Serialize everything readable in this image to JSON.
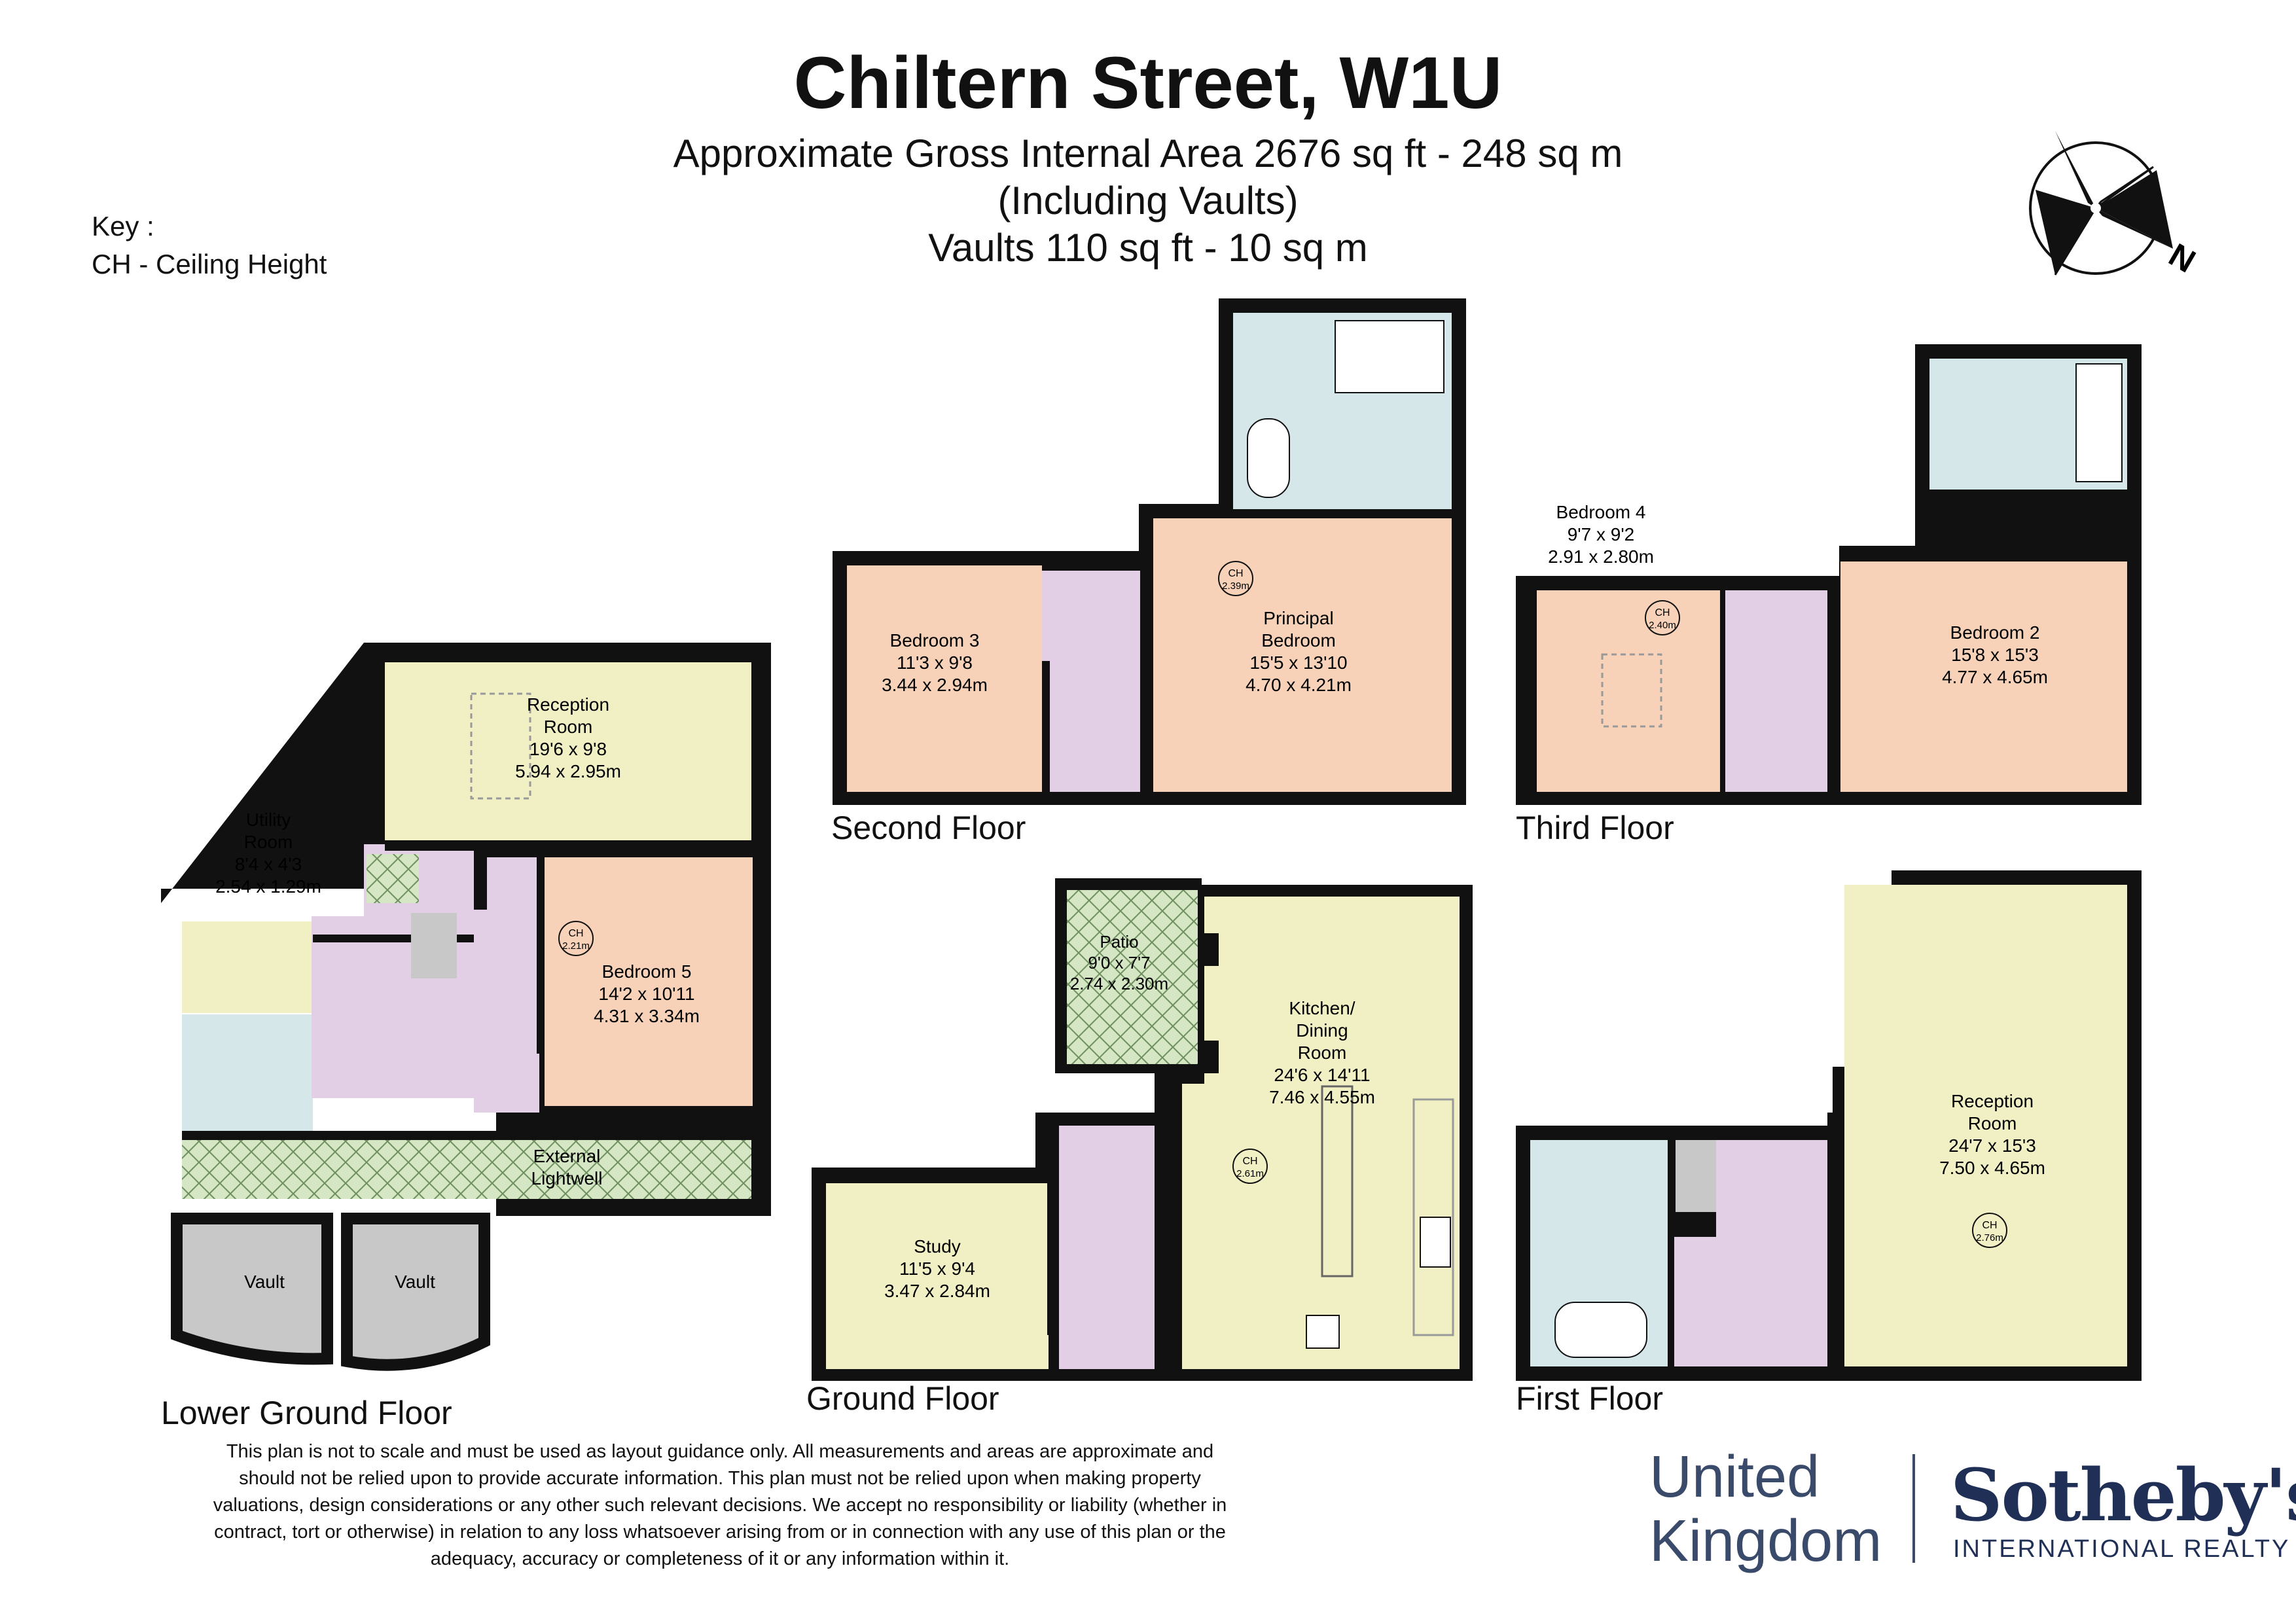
{
  "header": {
    "title": "Chiltern Street, W1U",
    "area_line": "Approximate Gross Internal Area 2676 sq ft - 248 sq m",
    "including": "(Including Vaults)",
    "vaults_line": "Vaults 110 sq ft - 10 sq m"
  },
  "key": {
    "heading": "Key :",
    "entry": "CH - Ceiling Height"
  },
  "compass": {
    "label": "N"
  },
  "floors": {
    "lower_ground": "Lower Ground Floor",
    "ground": "Ground Floor",
    "first": "First Floor",
    "second": "Second Floor",
    "third": "Third Floor"
  },
  "rooms": {
    "lg_reception": {
      "name1": "Reception",
      "name2": "Room",
      "imperial": "19'6 x 9'8",
      "metric": "5.94 x 2.95m"
    },
    "lg_utility": {
      "name1": "Utility",
      "name2": "Room",
      "imperial": "8'4 x 4'3",
      "metric": "2.54 x 1.29m"
    },
    "lg_bedroom5": {
      "name": "Bedroom 5",
      "imperial": "14'2 x 10'11",
      "metric": "4.31 x 3.34m",
      "ch": "2.21m"
    },
    "lg_lightwell": {
      "name1": "External",
      "name2": "Lightwell"
    },
    "lg_vault1": {
      "name": "Vault"
    },
    "lg_vault2": {
      "name": "Vault"
    },
    "g_patio": {
      "name": "Patio",
      "imperial": "9'0 x 7'7",
      "metric": "2.74 x 2.30m"
    },
    "g_kitchen": {
      "name1": "Kitchen/",
      "name2": "Dining",
      "name3": "Room",
      "imperial": "24'6 x 14'11",
      "metric": "7.46 x 4.55m",
      "ch": "2.61m"
    },
    "g_study": {
      "name": "Study",
      "imperial": "11'5 x 9'4",
      "metric": "3.47 x 2.84m"
    },
    "s_bedroom3": {
      "name": "Bedroom 3",
      "imperial": "11'3 x 9'8",
      "metric": "3.44 x 2.94m"
    },
    "s_principal": {
      "name1": "Principal",
      "name2": "Bedroom",
      "imperial": "15'5 x 13'10",
      "metric": "4.70 x 4.21m",
      "ch": "2.39m"
    },
    "t_bedroom4": {
      "name": "Bedroom 4",
      "imperial": "9'7 x 9'2",
      "metric": "2.91 x 2.80m",
      "ch": "2.40m"
    },
    "t_bedroom2": {
      "name": "Bedroom 2",
      "imperial": "15'8 x 15'3",
      "metric": "4.77 x 4.65m"
    },
    "f_reception": {
      "name1": "Reception",
      "name2": "Room",
      "imperial": "24'7 x 15'3",
      "metric": "7.50 x 4.65m",
      "ch": "2.76m"
    }
  },
  "disclaimer": "This plan is not to scale and must be used as layout guidance only. All measurements and areas are approximate and should not be relied upon to provide accurate information. This plan must not be relied upon when making property valuations, design considerations or any other such relevant decisions. We accept no responsibility or liability (whether in contract, tort or otherwise) in relation to any loss whatsoever arising from or in connection with any use of this plan or the adequacy, accuracy or completeness of it or any information within it.",
  "brand": {
    "region1": "United",
    "region2": "Kingdom",
    "name": "Sotheby's",
    "tagline": "INTERNATIONAL REALTY"
  },
  "colors": {
    "wall": "#111111",
    "bedroom": "#f7d2b8",
    "reception": "#f1efc4",
    "stairs_hall": "#e2cfe6",
    "bathroom": "#d6e7ea",
    "outdoor": "#d5e6c5",
    "vault": "#c8c8c8",
    "brand": "#1f2f55"
  }
}
